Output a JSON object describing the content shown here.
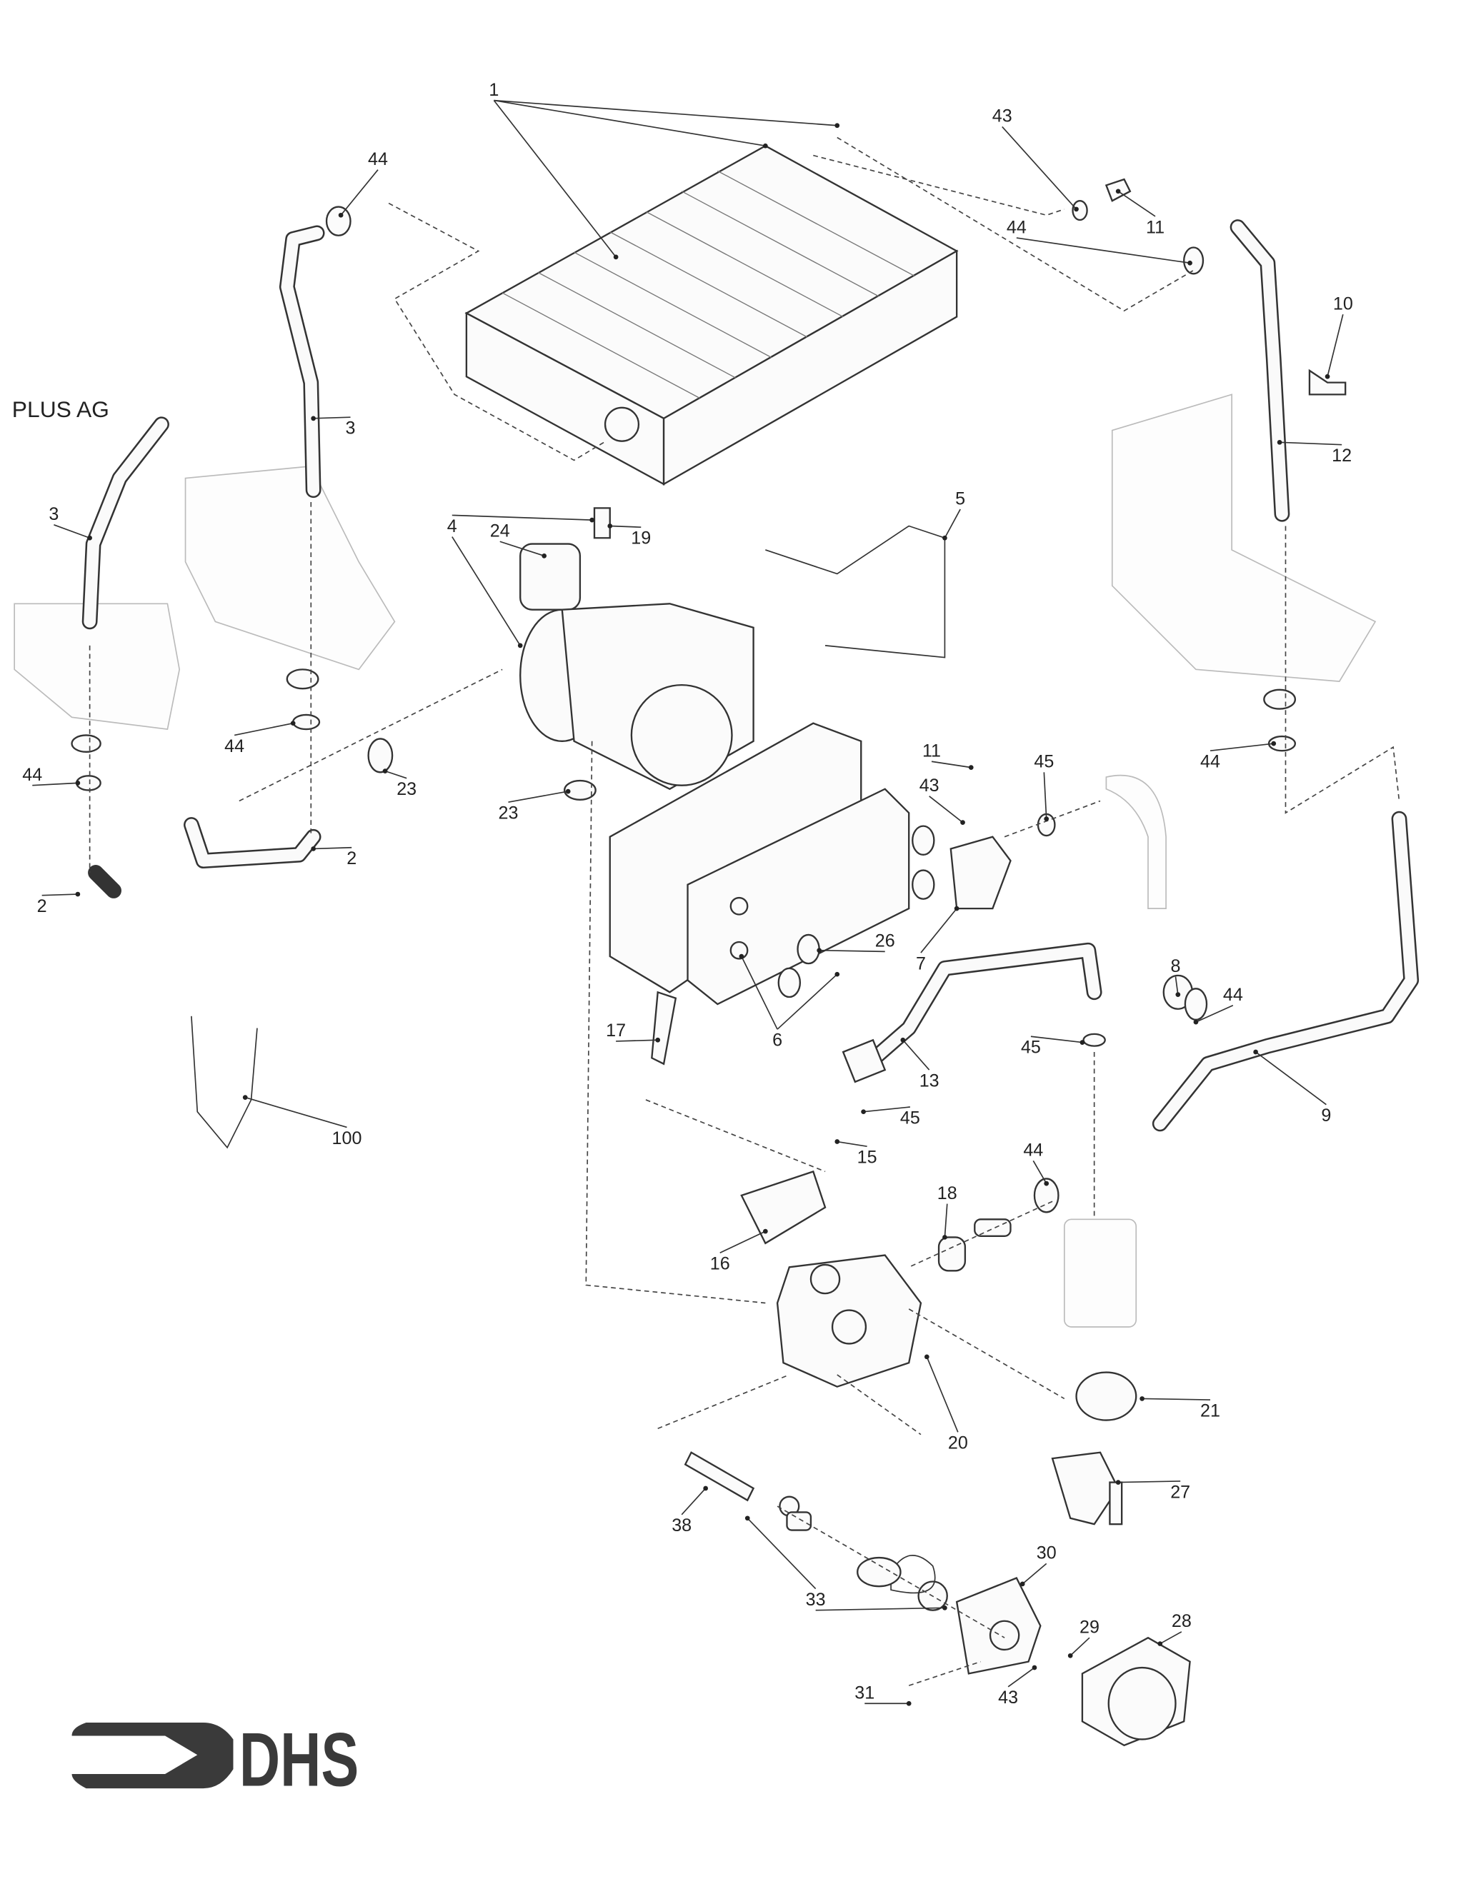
{
  "diagram": {
    "variant_label": "PLUS AG",
    "logo_text": "DHS",
    "callouts": [
      "1",
      "43",
      "44",
      "11",
      "44",
      "10",
      "3",
      "12",
      "3",
      "4",
      "24",
      "19",
      "5",
      "11",
      "45",
      "44",
      "44",
      "23",
      "44",
      "23",
      "43",
      "2",
      "2",
      "26",
      "7",
      "8",
      "44",
      "6",
      "17",
      "45",
      "13",
      "9",
      "45",
      "100",
      "15",
      "44",
      "18",
      "16",
      "21",
      "20",
      "27",
      "38",
      "30",
      "33",
      "28",
      "29",
      "31",
      "43"
    ]
  }
}
